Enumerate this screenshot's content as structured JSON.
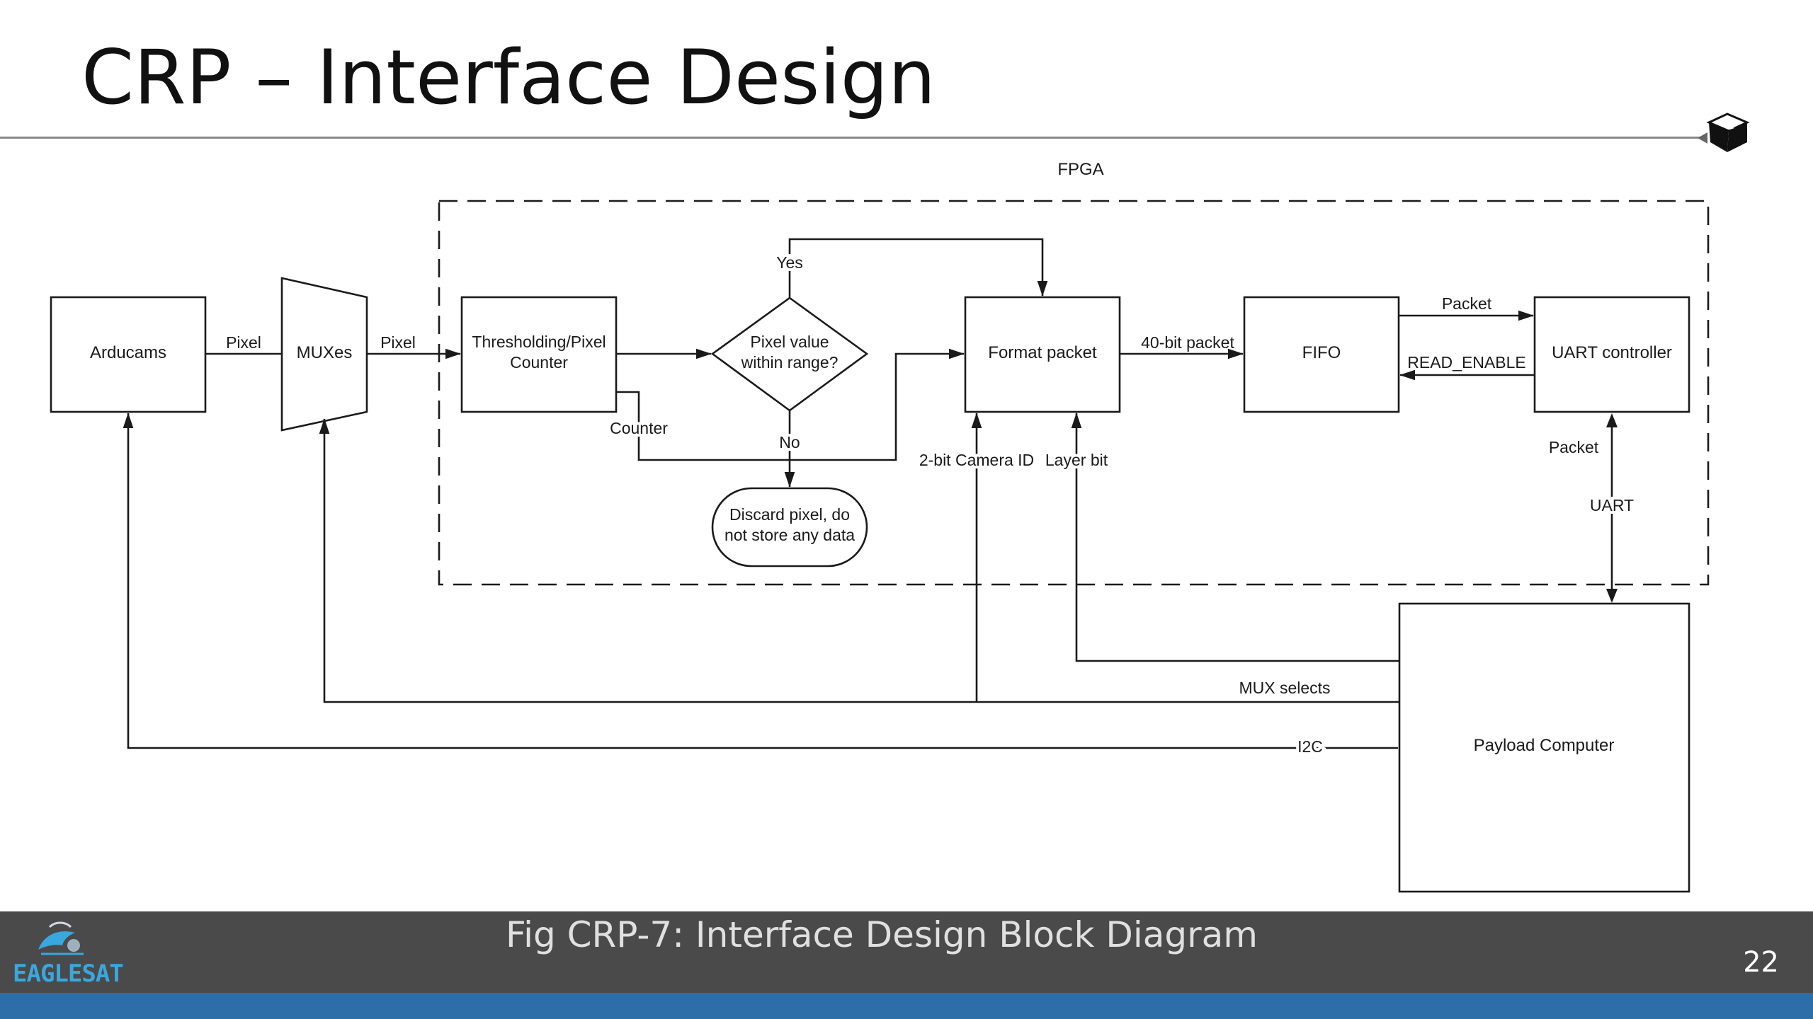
{
  "slide": {
    "title": "CRP – Interface Design",
    "caption": "Fig CRP-7: Interface Design Block Diagram",
    "page_number": "22",
    "logo_text": "EAGLESAT",
    "colors": {
      "footer_bg": "#4a4a4a",
      "footer_stripe": "#2e6ea8",
      "logo": "#3aa7de"
    },
    "icons": [
      "cube-icon",
      "eaglesat-logo"
    ]
  },
  "diagram": {
    "fpga_label": "FPGA",
    "nodes": {
      "arducams": "Arducams",
      "muxes": "MUXes",
      "thresholding": [
        "Thresholding/Pixel",
        "Counter"
      ],
      "decision": [
        "Pixel value",
        "within range?"
      ],
      "discard": [
        "Discard pixel, do",
        "not store any data"
      ],
      "format_packet": "Format packet",
      "fifo": "FIFO",
      "uart_controller": "UART controller",
      "payload_computer": "Payload Computer"
    },
    "edges": {
      "pixel_1": "Pixel",
      "pixel_2": "Pixel",
      "yes": "Yes",
      "no": "No",
      "counter": "Counter",
      "packet_40": "40-bit packet",
      "packet_top": "Packet",
      "read_enable": "READ_ENABLE",
      "packet_side": "Packet",
      "uart": "UART",
      "camera_id": "2-bit Camera ID",
      "layer_bit": "Layer bit",
      "mux_selects": "MUX selects",
      "i2c": "I2C"
    }
  }
}
